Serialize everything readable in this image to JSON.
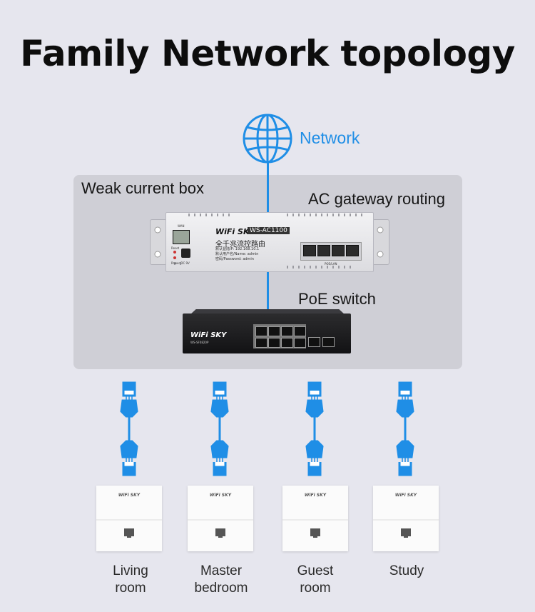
{
  "title": "Family Network topology",
  "network_label": "Network",
  "box_label": "Weak current box",
  "ac_router": {
    "label": "AC gateway routing",
    "brand": "WiFi SKY",
    "model": "WS-AC1100",
    "subtitle": "全千兆流控路由",
    "info_line1": "默认登陆IP: 192.168.10.1",
    "info_line2": "默认用户名/Name: admin",
    "info_line3": "密码/Password: admin",
    "port_wan": "WAN",
    "port_reset": "Reset",
    "port_power": "Power DC 9V",
    "port_lan": "POE/LAN"
  },
  "poe_switch": {
    "label": "PoE switch",
    "brand": "WiFi SKY",
    "model": "WS-SF0820P"
  },
  "panels": [
    {
      "brand": "WiFi SKY",
      "room_line1": "Living",
      "room_line2": "room"
    },
    {
      "brand": "WiFi SKY",
      "room_line1": "Master",
      "room_line2": "bedroom"
    },
    {
      "brand": "WiFi SKY",
      "room_line1": "Guest",
      "room_line2": "room"
    },
    {
      "brand": "WiFi SKY",
      "room_line1": "Study",
      "room_line2": ""
    }
  ],
  "colors": {
    "accent": "#1f8ee6",
    "box": "#cfcfd6",
    "background": "#e6e6ee"
  }
}
